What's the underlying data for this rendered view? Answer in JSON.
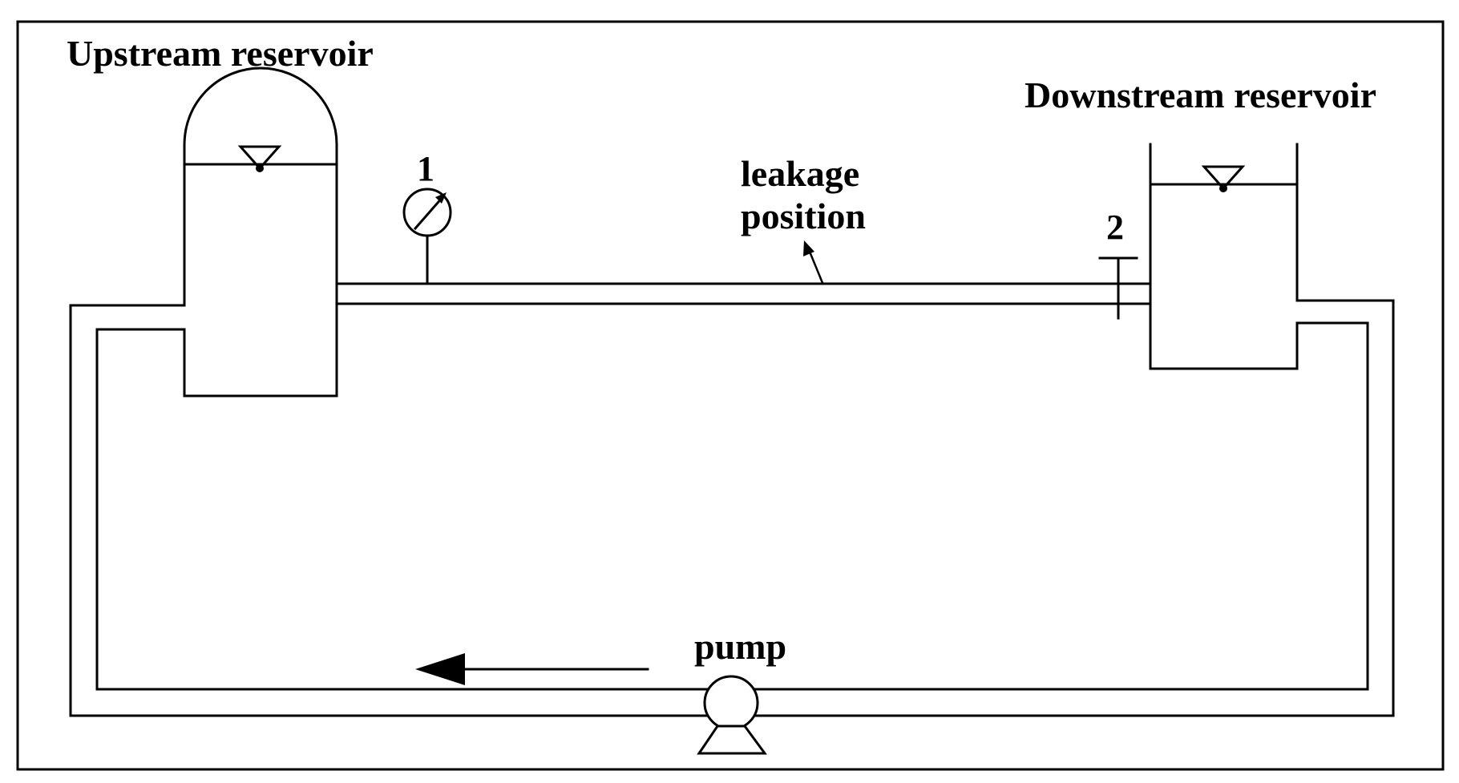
{
  "labels": {
    "upstream": "Upstream reservoir",
    "downstream": "Downstream reservoir",
    "leakage_line1": "leakage",
    "leakage_line2": "position",
    "pump": "pump",
    "point1": "1",
    "point2": "2"
  },
  "colors": {
    "stroke": "#000000",
    "background": "#ffffff"
  }
}
